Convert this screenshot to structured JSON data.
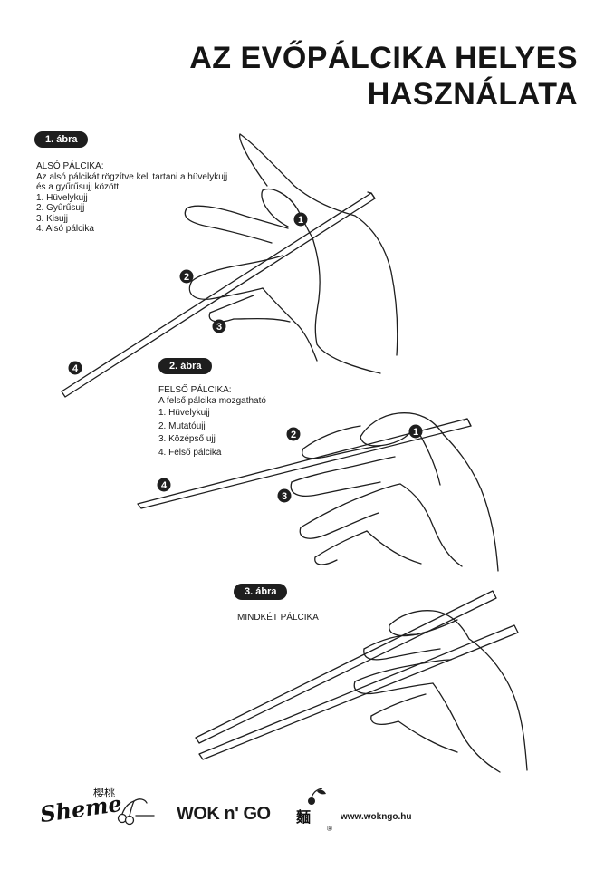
{
  "title": {
    "line1": "AZ EVŐPÁLCIKA HELYES",
    "line2": "HASZNÁLATA"
  },
  "figure1": {
    "tag": "1. ábra",
    "heading": "ALSÓ PÁLCIKA:",
    "desc_line1": "Az alsó pálcikát rögzítve kell tartani a hüvelykujj",
    "desc_line2": "és a gyűrűsujj között.",
    "items": [
      "1. Hüvelykujj",
      "2. Gyűrűsujj",
      "3. Kisujj",
      "4. Alsó pálcika"
    ],
    "markers": [
      "1",
      "2",
      "3",
      "4"
    ]
  },
  "figure2": {
    "tag": "2. ábra",
    "heading": "FELSŐ PÁLCIKA:",
    "desc_line1": "A felső pálcika mozgatható",
    "items": [
      "1. Hüvelykujj",
      "2. Mutatóujj",
      "3. Középső ujj",
      "4. Felső pálcika"
    ],
    "markers": [
      "1",
      "2",
      "3",
      "4"
    ]
  },
  "figure3": {
    "tag": "3. ábra",
    "heading": "MINDKÉT PÁLCIKA"
  },
  "footer": {
    "brand1_logo_text": "Sheme",
    "brand1_cjk": "櫻桃",
    "brand2_logo_text": "WOK n' GO",
    "brand2_cjk": "麵",
    "registered": "®",
    "url": "www.wokngo.hu"
  },
  "colors": {
    "ink": "#1e1e1e",
    "paper": "#ffffff"
  },
  "icons": [
    "hand-illustration",
    "chopsticks-illustration",
    "cherry-icon"
  ]
}
